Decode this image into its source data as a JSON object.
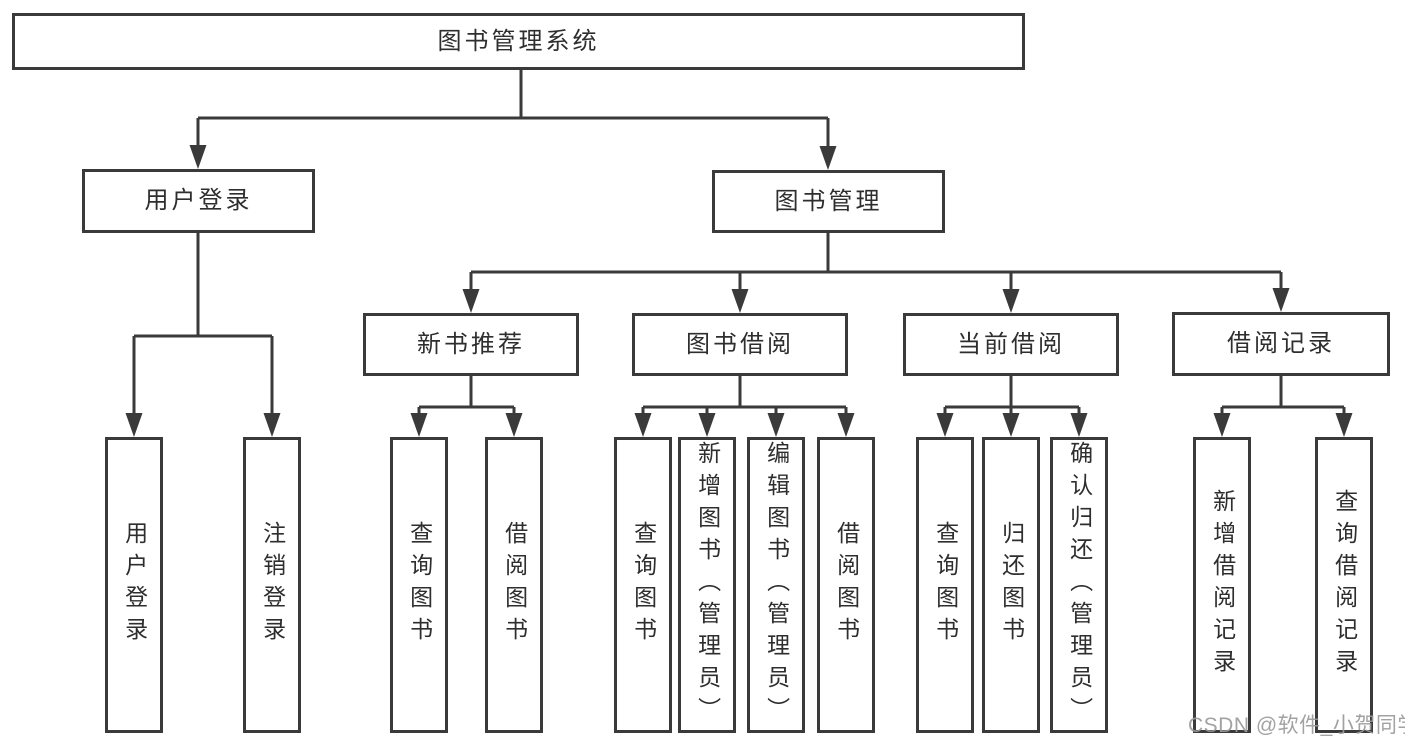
{
  "nodes": {
    "root": {
      "label": "图书管理系统"
    },
    "level2": [
      {
        "label": "用户登录",
        "parent": "图书管理系统"
      },
      {
        "label": "图书管理",
        "parent": "图书管理系统"
      }
    ],
    "level3": [
      {
        "label": "新书推荐",
        "parent": "图书管理"
      },
      {
        "label": "图书借阅",
        "parent": "图书管理"
      },
      {
        "label": "当前借阅",
        "parent": "图书管理"
      },
      {
        "label": "借阅记录",
        "parent": "图书管理"
      }
    ],
    "level4": [
      {
        "label": "用户登录",
        "parent": "用户登录"
      },
      {
        "label": "注销登录",
        "parent": "用户登录"
      },
      {
        "label": "查询图书",
        "parent": "新书推荐"
      },
      {
        "label": "借阅图书",
        "parent": "新书推荐"
      },
      {
        "label": "查询图书",
        "parent": "图书借阅"
      },
      {
        "label": "新增图书（管理员）",
        "parent": "图书借阅"
      },
      {
        "label": "编辑图书（管理员）",
        "parent": "图书借阅"
      },
      {
        "label": "借阅图书",
        "parent": "图书借阅"
      },
      {
        "label": "查询图书",
        "parent": "当前借阅"
      },
      {
        "label": "归还图书",
        "parent": "当前借阅"
      },
      {
        "label": "确认归还（管理员）",
        "parent": "当前借阅"
      },
      {
        "label": "新增借阅记录",
        "parent": "借阅记录"
      },
      {
        "label": "查询借阅记录",
        "parent": "借阅记录"
      }
    ]
  },
  "watermark": {
    "text": "CSDN @软件_小贺同学"
  },
  "colors": {
    "line": "#3a3a3a",
    "text": "#2e2e2e",
    "background": "#ffffff",
    "watermark": "#9b9b9b"
  }
}
